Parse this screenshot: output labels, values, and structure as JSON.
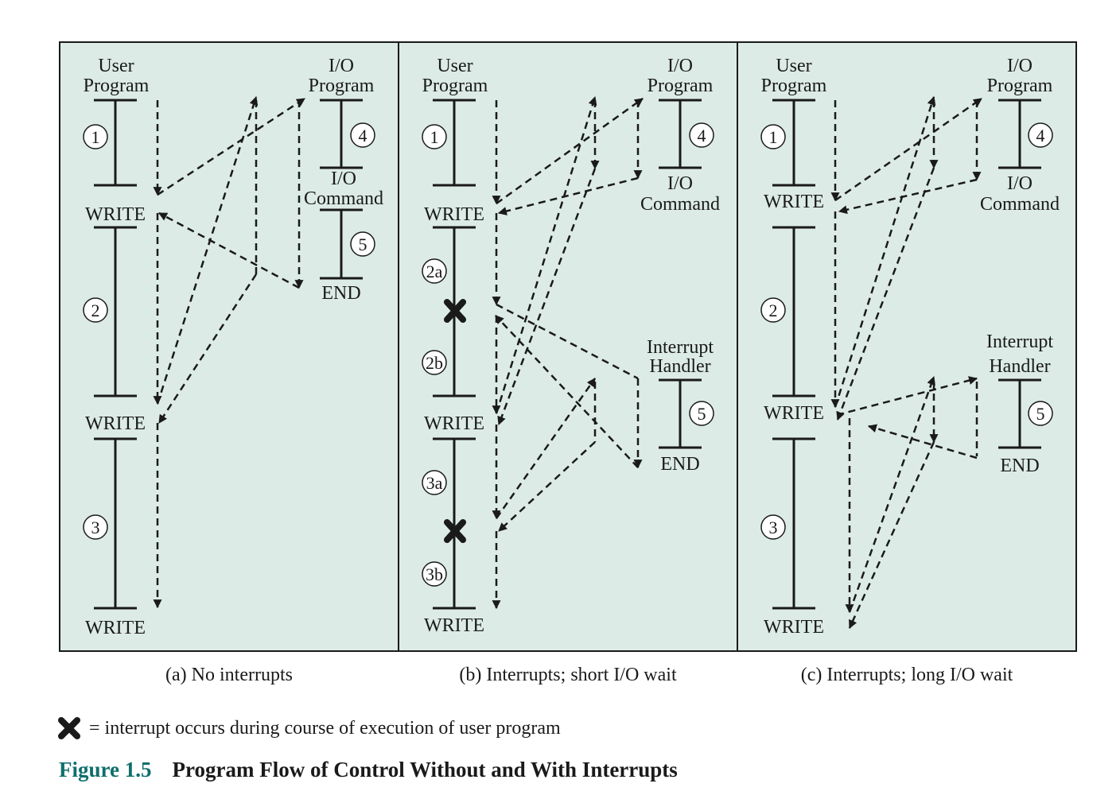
{
  "panels": [
    {
      "id": "a",
      "caption": "(a) No interrupts",
      "labels": {
        "user_program": [
          "User",
          "Program"
        ],
        "io_program": [
          "I/O",
          "Program"
        ],
        "io_command": [
          "I/O",
          "Command"
        ],
        "end": "END",
        "write_1": "WRITE",
        "write_2": "WRITE",
        "write_3": "WRITE",
        "c1": "1",
        "c2": "2",
        "c3": "3",
        "c4": "4",
        "c5": "5"
      }
    },
    {
      "id": "b",
      "caption": "(b) Interrupts; short I/O wait",
      "labels": {
        "user_program": [
          "User",
          "Program"
        ],
        "io_program": [
          "I/O",
          "Program"
        ],
        "io_command": [
          "I/O",
          "Command"
        ],
        "interrupt_handler": [
          "Interrupt",
          "Handler"
        ],
        "end": "END",
        "write_1": "WRITE",
        "write_2": "WRITE",
        "write_3": "WRITE",
        "c1": "1",
        "c2a": "2a",
        "c2b": "2b",
        "c3a": "3a",
        "c3b": "3b",
        "c4": "4",
        "c5": "5"
      }
    },
    {
      "id": "c",
      "caption": "(c) Interrupts; long I/O wait",
      "labels": {
        "user_program": [
          "User",
          "Program"
        ],
        "io_program": [
          "I/O",
          "Program"
        ],
        "io_command": [
          "I/O",
          "Command"
        ],
        "interrupt_handler": [
          "Interrupt",
          "Handler"
        ],
        "end": "END",
        "write_1": "WRITE",
        "write_2": "WRITE",
        "write_3": "WRITE",
        "c1": "1",
        "c2": "2",
        "c3": "3",
        "c4": "4",
        "c5": "5"
      }
    }
  ],
  "legend": {
    "text": "= interrupt occurs during course of execution of user program"
  },
  "figure": {
    "number": "Figure 1.5",
    "title": "Program Flow of Control Without and With Interrupts"
  },
  "colors": {
    "panel_bg": "#dcebe6",
    "line": "#1a1a1a",
    "figure_number": "#0f6f6c"
  }
}
